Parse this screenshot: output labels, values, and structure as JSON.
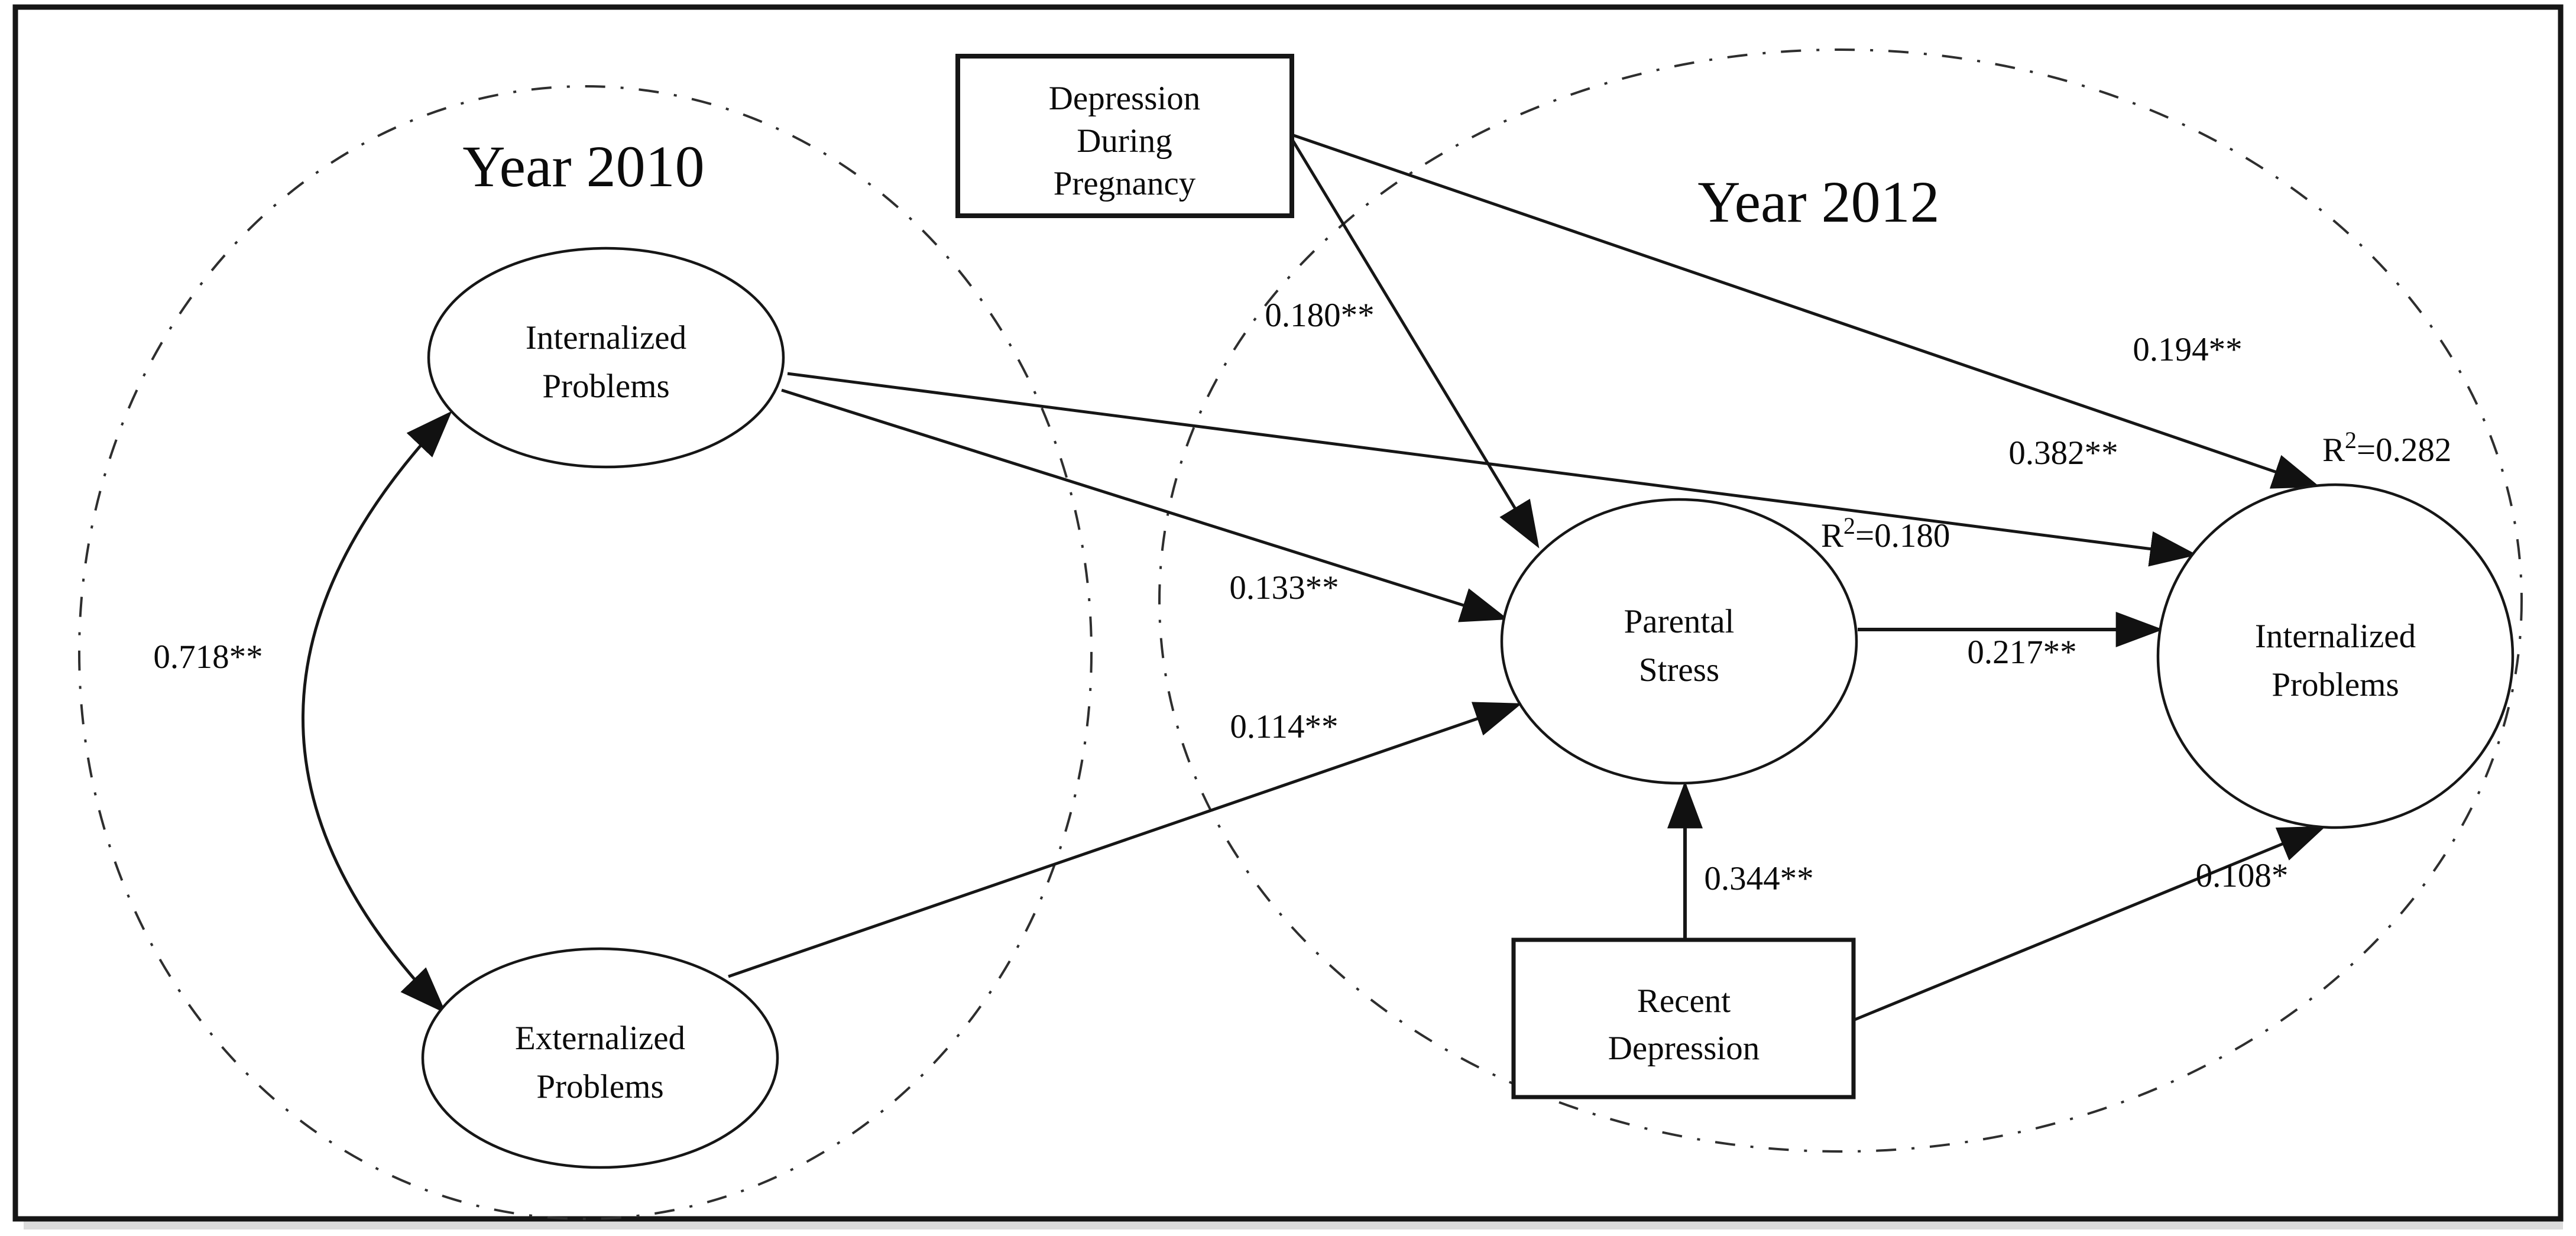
{
  "figure": {
    "background_color": "#ffffff",
    "ink_color": "#161616",
    "groups": {
      "year_2010": {
        "label": "Year 2010"
      },
      "year_2012": {
        "label": "Year 2012"
      }
    },
    "nodes": {
      "depression_during_pregnancy": {
        "type": "observed-box",
        "line1": "Depression",
        "line2": "During",
        "line3": "Pregnancy"
      },
      "internalized_problems_2010": {
        "type": "latent-ellipse",
        "line1": "Internalized",
        "line2": "Problems"
      },
      "externalized_problems_2010": {
        "type": "latent-ellipse",
        "line1": "Externalized",
        "line2": "Problems"
      },
      "parental_stress_2012": {
        "type": "latent-ellipse",
        "line1": "Parental",
        "line2": "Stress",
        "r2": {
          "base": "R",
          "sup": "2",
          "rest": "=0.180"
        }
      },
      "internalized_problems_2012": {
        "type": "latent-ellipse",
        "line1": "Internalized",
        "line2": "Problems",
        "r2": {
          "base": "R",
          "sup": "2",
          "rest": "=0.282"
        }
      },
      "recent_depression": {
        "type": "observed-box",
        "line1": "Recent",
        "line2": "Depression"
      }
    },
    "path_coefficients": {
      "internalized2010_externalized2010_covariance": "0.718**",
      "depression_pregnancy_to_parental_stress": "0.180**",
      "depression_pregnancy_to_internalized2012": "0.194**",
      "internalized2010_to_internalized2012": "0.382**",
      "internalized2010_to_parental_stress": "0.133**",
      "externalized2010_to_parental_stress": "0.114**",
      "parental_stress_to_internalized2012": "0.217**",
      "recent_depression_to_parental_stress": "0.344**",
      "recent_depression_to_internalized2012": "0.108*"
    }
  }
}
